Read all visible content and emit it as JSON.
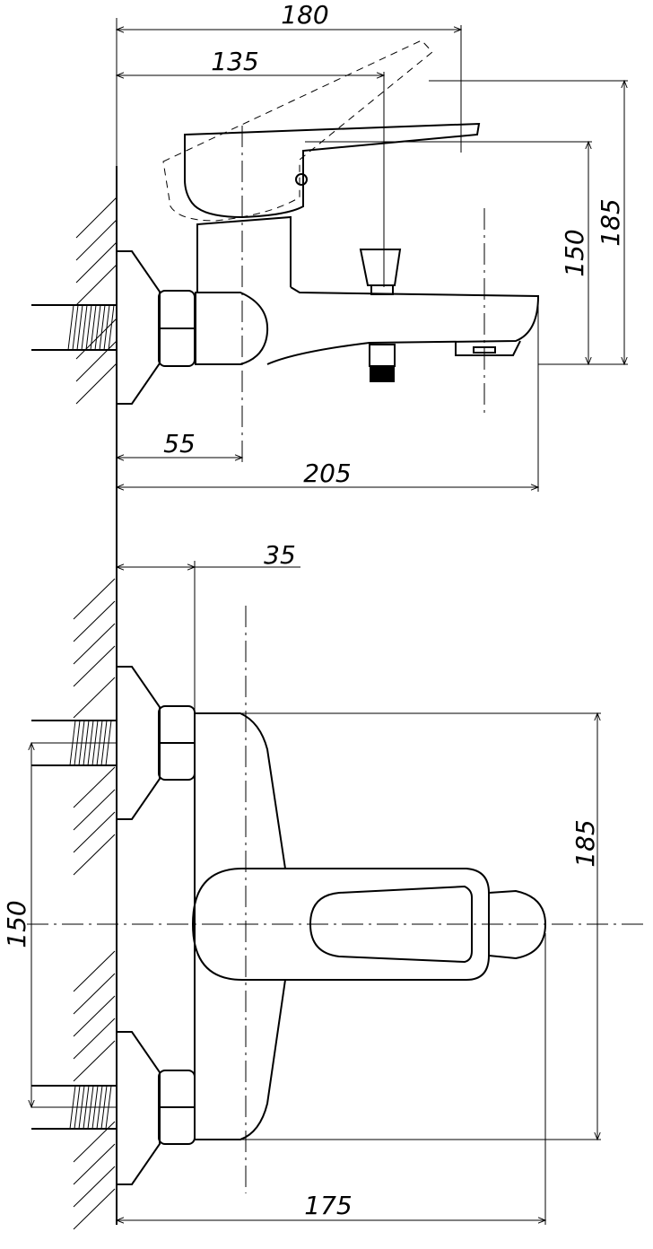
{
  "drawing": {
    "side_view": {
      "dims": {
        "total_width": "180",
        "handle_reach": "135",
        "wall_to_axis": "55",
        "spout_reach": "205",
        "height_to_spout": "150",
        "total_height": "185"
      }
    },
    "front_view": {
      "dims": {
        "body_offset": "35",
        "body_height": "185",
        "inlet_spacing": "150",
        "total_width": "175"
      }
    }
  }
}
